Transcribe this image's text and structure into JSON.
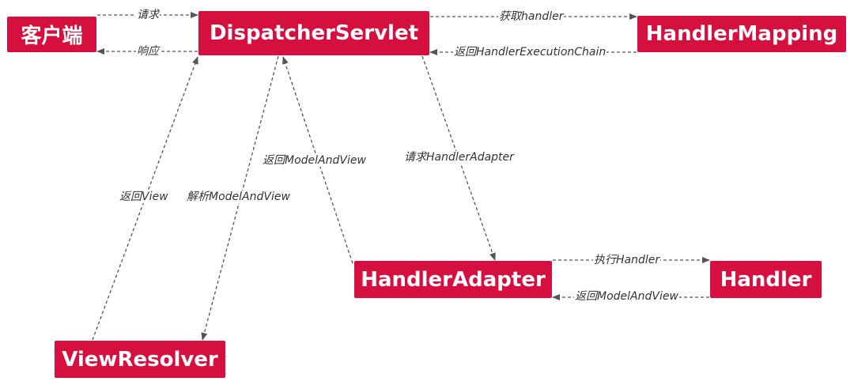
{
  "nodes": {
    "client": "客户端",
    "dispatcher_servlet": "DispatcherServlet",
    "handler_mapping": "HandlerMapping",
    "handler_adapter": "HandlerAdapter",
    "handler": "Handler",
    "view_resolver": "ViewResolver"
  },
  "edges": {
    "request": "请求",
    "response": "响应",
    "get_handler": "获取handler",
    "return_execution_chain": "返回HandlerExecutionChain",
    "return_model_and_view_to_servlet": "返回ModelAndView",
    "request_handler_adapter": "请求HandlerAdapter",
    "return_view": "返回View",
    "parse_model_and_view": "解析ModelAndView",
    "execute_handler": "执行Handler",
    "return_model_and_view_to_adapter": "返回ModelAndView"
  },
  "colors": {
    "node_fill": "#d5103f",
    "node_text": "#ffffff",
    "edge_line": "#555555",
    "edge_text": "#333333"
  }
}
